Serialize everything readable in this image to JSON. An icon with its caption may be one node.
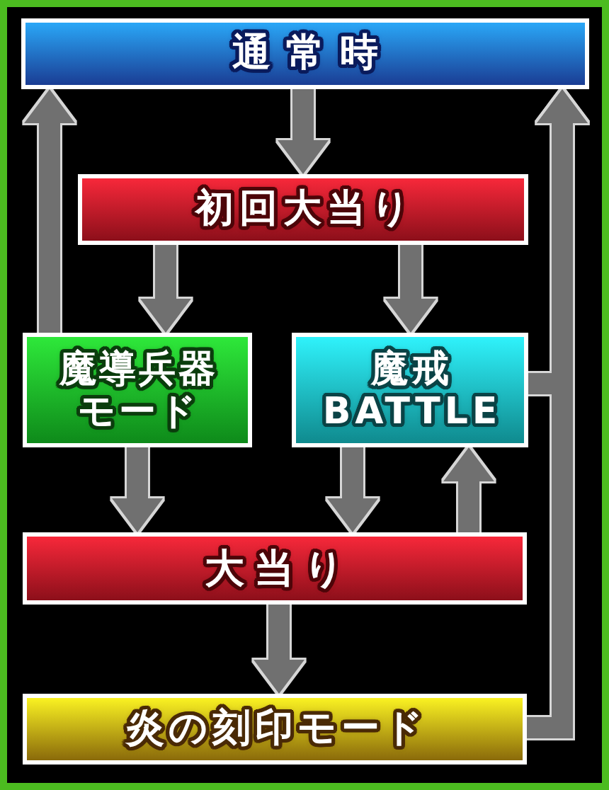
{
  "diagram": {
    "nodes": [
      {
        "text": [
          "通常時"
        ]
      },
      {
        "text": [
          "初回大当り"
        ]
      },
      {
        "text": [
          "魔導兵器モード"
        ]
      },
      {
        "text": [
          "魔戒 BATTLE"
        ]
      },
      {
        "text": [
          "大当り"
        ]
      },
      {
        "text": [
          "炎の刻印モード"
        ]
      }
    ],
    "edges": [
      {
        "from": 0,
        "to": 1,
        "arrow": "to"
      },
      {
        "from": 1,
        "to": 2,
        "arrow": "to"
      },
      {
        "from": 1,
        "to": 3,
        "arrow": "to"
      },
      {
        "from": 2,
        "to": 0,
        "arrow": "to"
      },
      {
        "from": 3,
        "to": 0,
        "arrow": "to"
      },
      {
        "from": 2,
        "to": 4,
        "arrow": "to"
      },
      {
        "from": 3,
        "to": 4,
        "arrow": "to"
      },
      {
        "from": 4,
        "to": 3,
        "arrow": "to"
      },
      {
        "from": 4,
        "to": 5,
        "arrow": "to"
      },
      {
        "from": 5,
        "to": 0,
        "arrow": "to"
      }
    ]
  }
}
